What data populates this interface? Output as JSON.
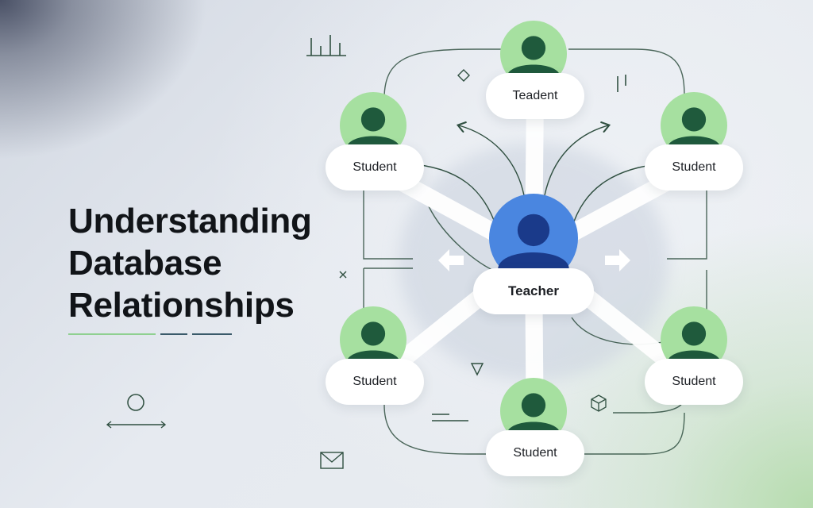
{
  "heading": {
    "lines": [
      "Understanding",
      "Database",
      "Relationships"
    ]
  },
  "diagram": {
    "center": {
      "label": "Teacher",
      "color": "#4a86e0",
      "icon": "person-icon"
    },
    "nodes": [
      {
        "id": "top",
        "label": "Teadent",
        "icon": "person-icon"
      },
      {
        "id": "upper-left",
        "label": "Student",
        "icon": "person-icon"
      },
      {
        "id": "upper-right",
        "label": "Student",
        "icon": "person-icon"
      },
      {
        "id": "lower-left",
        "label": "Student",
        "icon": "person-icon"
      },
      {
        "id": "lower-right",
        "label": "Student",
        "icon": "person-icon"
      },
      {
        "id": "bottom",
        "label": "Student",
        "icon": "person-icon"
      }
    ],
    "colors": {
      "avatar_bg": "#a6e0a0",
      "avatar_figure": "#1f5a3c",
      "center_bg": "#4a86e0",
      "center_figure": "#1a3a8a",
      "connector": "#2f4f40",
      "accent_line": "#8fd090"
    },
    "decorations": [
      "bar-chart-icon",
      "diamond-icon",
      "pause-icon",
      "x-icon",
      "triangle-down-icon",
      "cube-icon",
      "circle-icon",
      "arrow-left-right-icon",
      "envelope-icon"
    ]
  }
}
